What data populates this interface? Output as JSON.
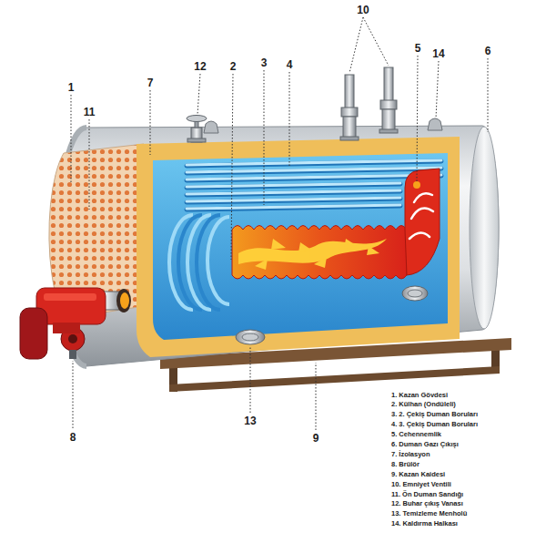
{
  "diagram": {
    "labels": [
      "10",
      "5",
      "14",
      "6",
      "12",
      "2",
      "3",
      "4",
      "1",
      "7",
      "11",
      "13",
      "8",
      "9",
      "1. Kazan Gövdesi",
      "2. Külhan (Ondüleli)",
      "3. 2. Çekiş Duman Boruları",
      "4. 3. Çekiş Duman Boruları",
      "5. Cehennemlik",
      "6. Duman Gazı Çıkışı",
      "7. İzolasyon",
      "8. Brülör",
      "9. Kazan Kaidesi",
      "10. Emniyet Ventili",
      "11. Ön Duman Sandığı",
      "12. Buhar çıkış Vanası",
      "13. Temizleme Menholü",
      "14. Kaldırma Halkası"
    ]
  }
}
